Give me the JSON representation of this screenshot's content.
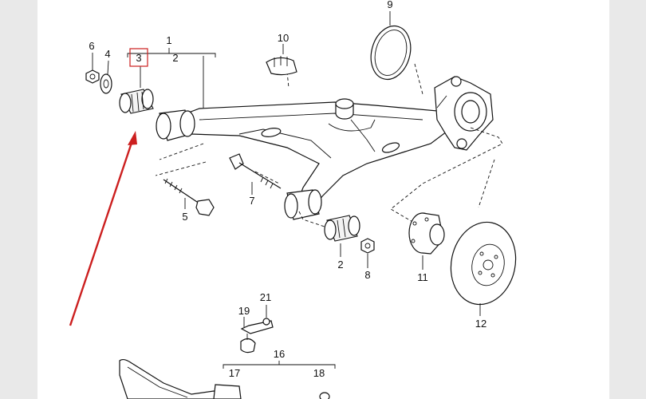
{
  "diagram": {
    "callouts": [
      {
        "id": "c1",
        "text": "1"
      },
      {
        "id": "c2a",
        "text": "2"
      },
      {
        "id": "c3",
        "text": "3"
      },
      {
        "id": "c4",
        "text": "4"
      },
      {
        "id": "c6",
        "text": "6"
      },
      {
        "id": "c9",
        "text": "9"
      },
      {
        "id": "c10",
        "text": "10"
      },
      {
        "id": "c5",
        "text": "5"
      },
      {
        "id": "c7",
        "text": "7"
      },
      {
        "id": "c2b",
        "text": "2"
      },
      {
        "id": "c8",
        "text": "8"
      },
      {
        "id": "c11",
        "text": "11"
      },
      {
        "id": "c12",
        "text": "12"
      },
      {
        "id": "c21",
        "text": "21"
      },
      {
        "id": "c19",
        "text": "19"
      },
      {
        "id": "c16",
        "text": "16"
      },
      {
        "id": "c17",
        "text": "17"
      },
      {
        "id": "c18",
        "text": "18"
      }
    ],
    "highlight": {
      "color": "#cc1f1f",
      "target": "3"
    }
  }
}
